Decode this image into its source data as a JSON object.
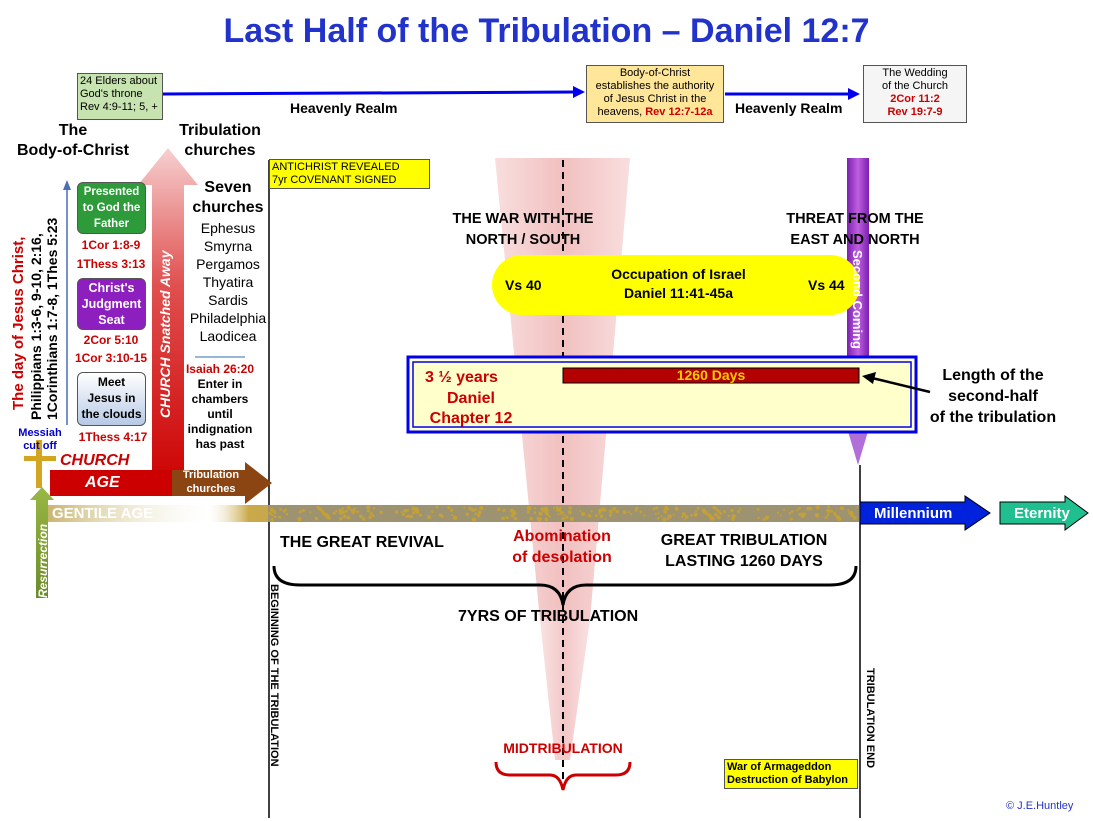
{
  "title": "Last Half of the Tribulation – Daniel 12:7",
  "heavenly": {
    "elders": [
      "24 Elders about",
      "God's throne",
      "Rev 4:9-11; 5, +"
    ],
    "realm_left": "Heavenly Realm",
    "realm_right": "Heavenly Realm",
    "boc_lines": [
      "Body-of-Christ",
      "establishes  the authority",
      "of Jesus Christ in the",
      "heavens,"
    ],
    "boc_ref": "Rev 12:7-12a",
    "wedding_lines": [
      "The  Wedding",
      "of the Church"
    ],
    "wedding_refs": [
      "2Cor 11:2",
      "Rev 19:7-9"
    ]
  },
  "left": {
    "body_of_christ": [
      "The",
      "Body-of-Christ"
    ],
    "trib_churches": [
      "Tribulation",
      "churches"
    ],
    "presented": [
      "Presented",
      "to God the",
      "Father"
    ],
    "presented_refs": [
      "1Cor 1:8-9",
      "1Thess 3:13"
    ],
    "judgment": [
      "Christ's",
      "Judgment",
      "Seat"
    ],
    "judgment_refs": [
      "2Cor 5:10",
      "1Cor 3:10-15"
    ],
    "meet": [
      "Meet",
      "Jesus in",
      "the clouds"
    ],
    "meet_ref": "1Thess 4:17",
    "messiah": [
      "Messiah",
      "cut off"
    ],
    "day_of_christ": "The day of Jesus Christ,",
    "phil_ref": "Philippians 1:3-6, 9-10, 2:16,",
    "cor_ref": "1Corinthians 1:7-8, 1Thes 5:23",
    "snatched": "CHURCH Snatched Away",
    "church": "CHURCH",
    "age": "AGE",
    "trib_churches_arrow": [
      "Tribulation",
      "churches"
    ],
    "resurrection": "Resurrection",
    "gentile_age": "GENTILE AGE"
  },
  "churches": {
    "heading": [
      "Seven",
      "churches"
    ],
    "names": [
      "Ephesus",
      "Smyrna",
      "Pergamos",
      "Thyatira",
      "Sardis",
      "Philadelphia",
      "Laodicea"
    ],
    "isaiah_ref": "Isaiah 26:20",
    "isaiah_text": [
      "Enter in",
      "chambers",
      "until",
      "indignation",
      "has past"
    ]
  },
  "timeline": {
    "antichrist": [
      "ANTICHRIST  REVEALED",
      "7yr COVENANT  SIGNED"
    ],
    "war_ns": [
      "THE WAR WITH THE",
      "NORTH / SOUTH"
    ],
    "threat": [
      "THREAT FROM THE",
      "EAST AND NORTH"
    ],
    "vs40": "Vs 40",
    "vs44": "Vs 44",
    "occupation": [
      "Occupation of Israel",
      "Daniel 11:41-45a"
    ],
    "second_coming": "Second Coming",
    "half_years": "3 ½ years",
    "daniel": [
      "Daniel",
      "Chapter 12"
    ],
    "days": "1260 Days",
    "length_note": [
      "Length of the",
      "second-half",
      "of the tribulation"
    ],
    "millennium": "Millennium",
    "eternity": "Eternity",
    "great_revival": "THE GREAT REVIVAL",
    "abomination": [
      "Abomination",
      "of desolation"
    ],
    "great_trib": [
      "GREAT TRIBULATION",
      "LASTING 1260 DAYS"
    ],
    "seven_years": "7YRS OF TRIBULATION",
    "beginning": "BEGINNING OF THE TRIBULATION",
    "end": "TRIBULATION END",
    "midtrib": "MIDTRIBULATION",
    "armageddon": [
      "War of Armageddon",
      "Destruction of Babylon"
    ],
    "copyright": "© J.E.Huntley"
  },
  "colors": {
    "title": "#2233cc",
    "red": "#cc0000",
    "arrow_blue": "#0000ee",
    "church_red": "#cc0000",
    "brown": "#8b4513",
    "yellow": "#ffff00",
    "green": "#2e9b3a",
    "purple": "#8e1fbf",
    "teal": "#1fbf8f"
  }
}
